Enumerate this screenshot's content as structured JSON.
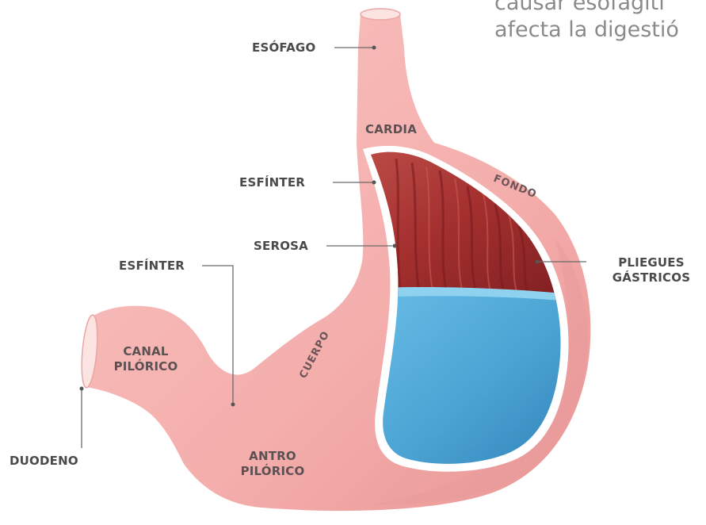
{
  "intro_text": {
    "line1": "causar esofagiti",
    "line2": "afecta la digestió"
  },
  "labels": {
    "esofago": "ESÓFAGO",
    "cardia": "CARDIA",
    "esfinter_upper": "ESFÍNTER",
    "fondo": "FONDO",
    "serosa": "SEROSA",
    "pliegues_line1": "PLIEGUES",
    "pliegues_line2": "GÁSTRICOS",
    "esfinter_lower": "ESFÍNTER",
    "cuerpo": "CUERPO",
    "canal_line1": "CANAL",
    "canal_line2": "PILÓRICO",
    "duodeno": "DUODENO",
    "antro_line1": "ANTRO",
    "antro_line2": "PILÓRICO"
  },
  "colors": {
    "stomach_wall": "#f6b2b0",
    "stomach_wall_shadow": "#e79a9a",
    "interior_lining": "#ffffff",
    "mucosa": "#9e2b2b",
    "gastric_fluid": "#4aa6d6",
    "leader_line": "#6a6a6a"
  }
}
